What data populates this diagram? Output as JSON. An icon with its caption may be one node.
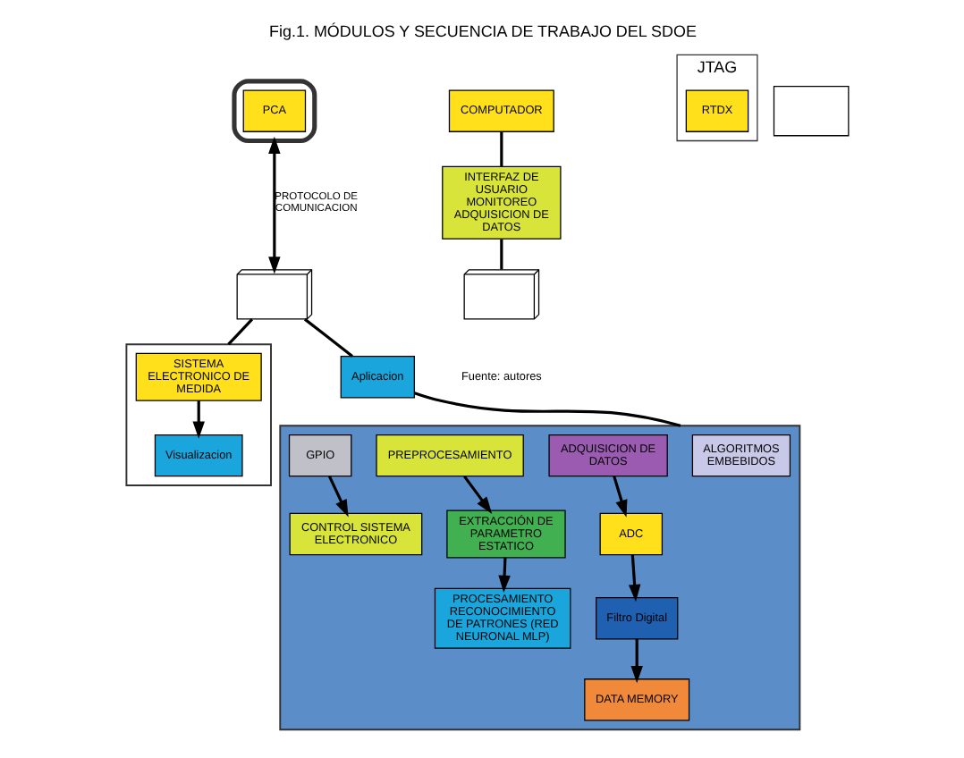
{
  "diagram": {
    "title": "Fig.1. MÓDULOS Y SECUENCIA DE TRABAJO DEL SDOE",
    "caption": "Fuente: autores",
    "nodes": [
      {
        "text": [],
        "shape": "picture"
      },
      {
        "text": [
          "PCA"
        ],
        "in": 0
      },
      {
        "text": [
          "COMPUTADOR"
        ]
      },
      {
        "text": [
          "JTAG"
        ]
      },
      {
        "text": [
          "RTDX"
        ],
        "in": 3
      },
      {
        "text": [],
        "shape": "picture"
      },
      {
        "text": [],
        "shape": "box"
      },
      {
        "text": [
          "INTERFAZ DE USUARIO MONITOREO ADQUISICION DE DATOS"
        ]
      },
      {
        "text": [],
        "shape": "picture"
      },
      {
        "text": [
          "Aplicacion"
        ]
      },
      {
        "text": [],
        "shape": "box"
      },
      {
        "text": [
          "ALGORITMOS EMBEBIDOS"
        ],
        "in": 10
      },
      {
        "text": [
          "ADQUISICION DE DATOS"
        ],
        "in": 10
      },
      {
        "text": [
          "ADC"
        ],
        "in": 10
      },
      {
        "text": [
          "Filtro Digital"
        ],
        "in": 10
      },
      {
        "text": [
          "DATA MEMORY"
        ],
        "in": 10
      },
      {
        "text": [
          "PREPROCESAMIENTO"
        ],
        "in": 10
      },
      {
        "text": [
          "EXTRACCIÓN DE PARAMETRO ESTATICO"
        ],
        "in": 10
      },
      {
        "text": [
          "PROCESAMIENTO RECONOCIMIENTO DE PATRONES (RED NEURONAL MLP)"
        ],
        "in": 10
      },
      {
        "text": [
          "GPIO"
        ],
        "in": 10
      },
      {
        "text": [
          "CONTROL SISTEMA ELECTRONICO"
        ],
        "in": 10
      },
      {
        "text": [],
        "shape": "box"
      },
      {
        "text": [
          "SISTEMA ELECTRONICO DE MEDIDA"
        ],
        "in": 21
      },
      {
        "text": [
          "Visualizacion"
        ],
        "in": 21
      }
    ],
    "edges": [
      {
        "from": 0,
        "to": 5,
        "arrow": "both",
        "label": "PROTOCOLO DE COMUNICACION"
      },
      {
        "from": 2,
        "to": 7,
        "arrow": "none"
      },
      {
        "from": 7,
        "to": 8,
        "arrow": "none"
      },
      {
        "from": 5,
        "to": 9,
        "arrow": "none"
      },
      {
        "from": 9,
        "to": 10,
        "arrow": "none"
      },
      {
        "from": 5,
        "to": 21,
        "arrow": "none"
      },
      {
        "from": 12,
        "to": 13,
        "arrow": "to"
      },
      {
        "from": 13,
        "to": 14,
        "arrow": "to"
      },
      {
        "from": 14,
        "to": 15,
        "arrow": "to"
      },
      {
        "from": 16,
        "to": 17,
        "arrow": "to"
      },
      {
        "from": 17,
        "to": 18,
        "arrow": "to"
      },
      {
        "from": 19,
        "to": 20,
        "arrow": "to"
      },
      {
        "from": 22,
        "to": 23,
        "arrow": "to"
      }
    ]
  }
}
